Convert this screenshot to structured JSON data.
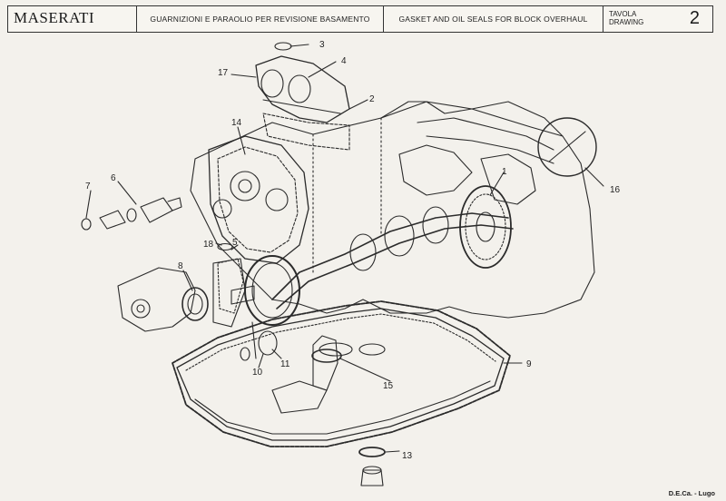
{
  "header": {
    "brand": "MASERATI",
    "title_it": "GUARNIZIONI E PARAOLIO  PER  REVISIONE BASAMENTO",
    "title_en": "GASKET AND OIL SEALS FOR  BLOCK OVERHAUL",
    "tavola_label": "TAVOLA",
    "drawing_label": "DRAWING",
    "drawing_number": "2"
  },
  "callouts": [
    "1",
    "2",
    "3",
    "4",
    "5",
    "6",
    "7",
    "8",
    "9",
    "10",
    "11",
    "13",
    "14",
    "15",
    "16",
    "17",
    "18"
  ],
  "footer": "D.E.Ca. - Lugo"
}
